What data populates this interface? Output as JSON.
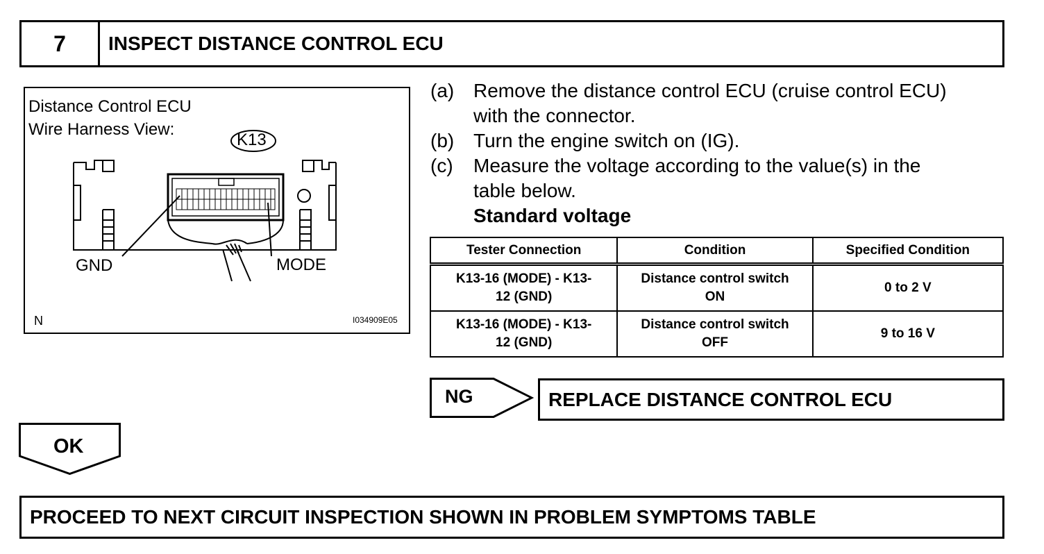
{
  "step": {
    "number": "7",
    "title": "INSPECT DISTANCE CONTROL ECU"
  },
  "diagram": {
    "title_line1": "Distance Control ECU",
    "title_line2": "Wire Harness View:",
    "connector_id": "K13",
    "label_gnd": "GND",
    "label_mode": "MODE",
    "corner_label": "N",
    "figure_code": "I034909E05"
  },
  "instructions": {
    "a_letter": "(a)",
    "a_line1": "Remove the distance control ECU (cruise control ECU)",
    "a_line2": "with the connector.",
    "b_letter": "(b)",
    "b_line1": "Turn the engine switch on (IG).",
    "c_letter": "(c)",
    "c_line1": "Measure the voltage according to the value(s) in the",
    "c_line2": "table below.",
    "standard_title": "Standard voltage"
  },
  "table": {
    "headers": [
      "Tester Connection",
      "Condition",
      "Specified Condition"
    ],
    "rows": [
      {
        "connection_line1": "K13-16 (MODE) - K13-",
        "connection_line2": "12 (GND)",
        "condition_line1": "Distance control switch",
        "condition_line2": "ON",
        "spec": "0 to 2 V"
      },
      {
        "connection_line1": "K13-16 (MODE) - K13-",
        "connection_line2": "12 (GND)",
        "condition_line1": "Distance control switch",
        "condition_line2": "OFF",
        "spec": "9 to 16 V"
      }
    ]
  },
  "ng": {
    "label": "NG",
    "result": "REPLACE DISTANCE CONTROL ECU"
  },
  "ok": {
    "label": "OK"
  },
  "proceed": {
    "text": "PROCEED TO NEXT CIRCUIT INSPECTION SHOWN IN PROBLEM SYMPTOMS TABLE"
  }
}
